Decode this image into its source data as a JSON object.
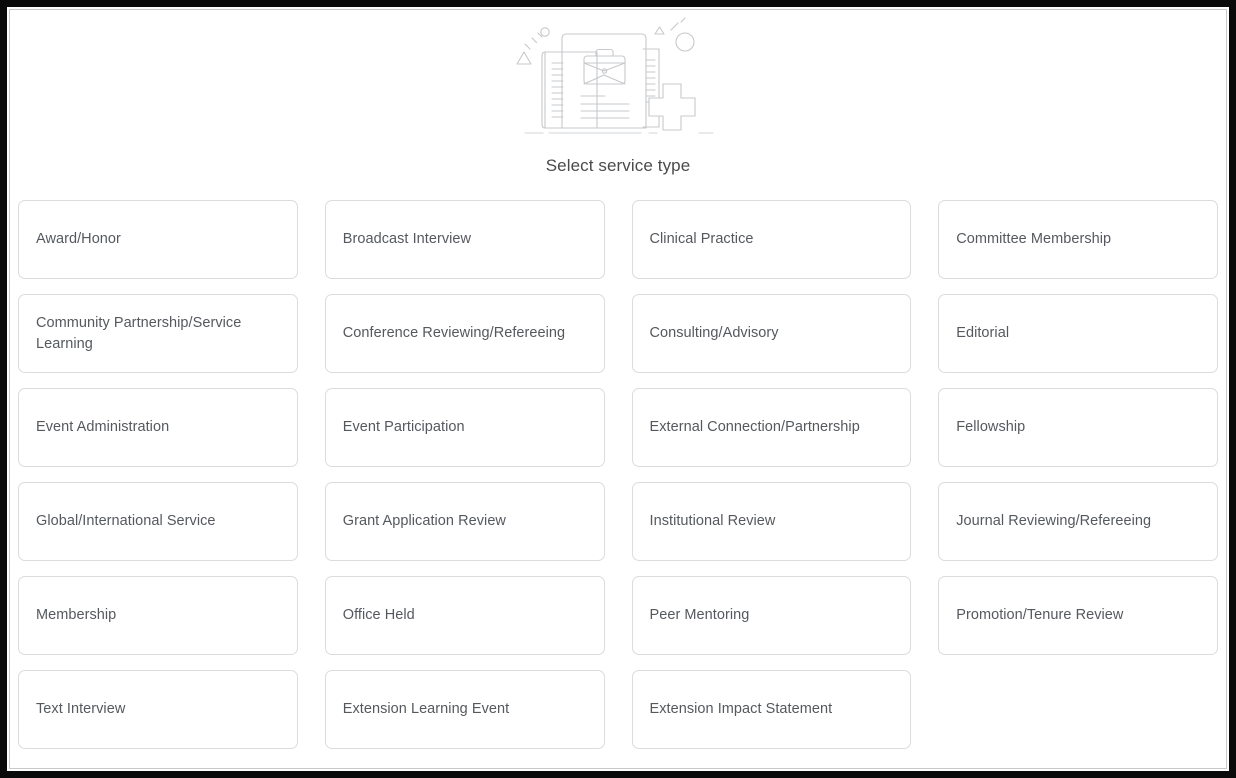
{
  "page": {
    "illustration_name": "document-briefcase-add-illustration",
    "title": "Select service type",
    "colors": {
      "card_border": "#dcdcdc",
      "card_background": "#ffffff",
      "label_text": "#55595e",
      "title_text": "#4a4a4a",
      "frame": "#0a0a0a",
      "illustration_stroke": "#c6c8cb"
    }
  },
  "service_types": [
    {
      "label": "Award/Honor"
    },
    {
      "label": "Broadcast Interview"
    },
    {
      "label": "Clinical Practice"
    },
    {
      "label": "Committee Membership"
    },
    {
      "label": "Community Partnership/Service Learning"
    },
    {
      "label": "Conference Reviewing/Refereeing"
    },
    {
      "label": "Consulting/Advisory"
    },
    {
      "label": "Editorial"
    },
    {
      "label": "Event Administration"
    },
    {
      "label": "Event Participation"
    },
    {
      "label": "External Connection/Partnership"
    },
    {
      "label": "Fellowship"
    },
    {
      "label": "Global/International Service"
    },
    {
      "label": "Grant Application Review"
    },
    {
      "label": "Institutional Review"
    },
    {
      "label": "Journal Reviewing/Refereeing"
    },
    {
      "label": "Membership"
    },
    {
      "label": "Office Held"
    },
    {
      "label": "Peer Mentoring"
    },
    {
      "label": "Promotion/Tenure Review"
    },
    {
      "label": "Text Interview"
    },
    {
      "label": "Extension Learning Event"
    },
    {
      "label": "Extension Impact Statement"
    }
  ]
}
